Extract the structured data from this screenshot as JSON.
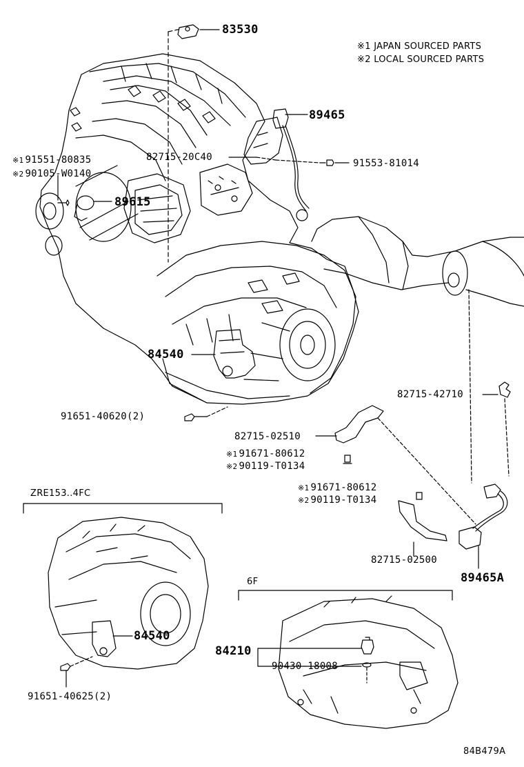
{
  "notes": {
    "japan": "※1 JAPAN SOURCED PARTS",
    "local": "※2 LOCAL SOURCED PARTS"
  },
  "marks": {
    "m1": "※1",
    "m2": "※2"
  },
  "parts": {
    "p83530": "83530",
    "p89465": "89465",
    "p82715_20C40": "82715-20C40",
    "p91553_81014": "91553-81014",
    "p91551_80835": "91551-80835",
    "p90105_W0140": "90105-W0140",
    "p89615": "89615",
    "p84540_top": "84540",
    "p91651_40620": "91651-40620(2)",
    "p82715_42710": "82715-42710",
    "p82715_02510": "82715-02510",
    "p91671_80612_a": "91671-80612",
    "p90119_T0134_a": "90119-T0134",
    "p91671_80612_b": "91671-80612",
    "p90119_T0134_b": "90119-T0134",
    "p82715_02500": "82715-02500",
    "p89465A": "89465A",
    "p84540_bottom": "84540",
    "p91651_40625": "91651-40625(2)",
    "p84210": "84210",
    "p90430_18008": "90430-18008"
  },
  "sections": {
    "zre": "ZRE153..4FC",
    "sixf": "6F"
  },
  "diagram_code": "84B479A"
}
